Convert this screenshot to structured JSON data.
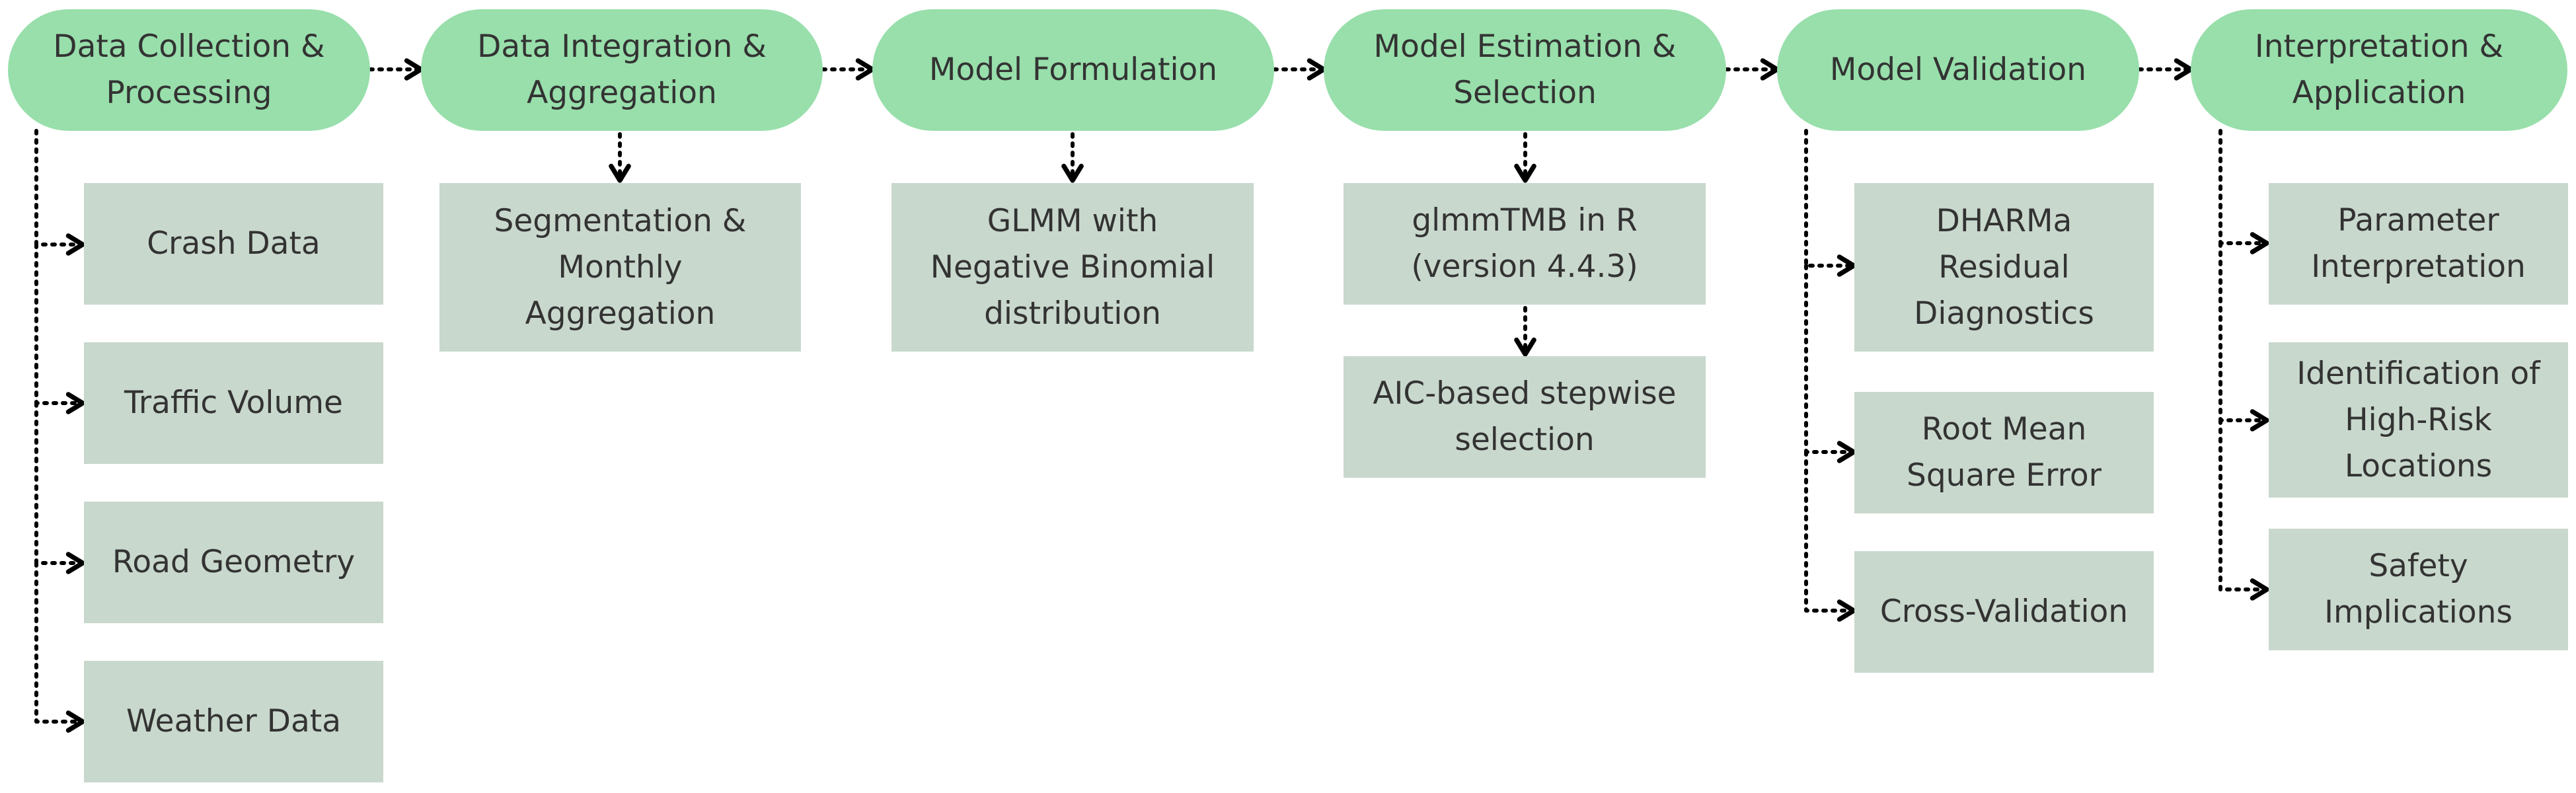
{
  "colors": {
    "stage_fill": "#98dfab",
    "detail_fill": "#c9d8cd",
    "text": "#333333",
    "connector": "#000000"
  },
  "stages": [
    {
      "id": "s1",
      "label": "Data Collection &\nProcessing"
    },
    {
      "id": "s2",
      "label": "Data Integration &\nAggregation"
    },
    {
      "id": "s3",
      "label": "Model Formulation"
    },
    {
      "id": "s4",
      "label": "Model Estimation &\nSelection"
    },
    {
      "id": "s5",
      "label": "Model Validation"
    },
    {
      "id": "s6",
      "label": "Interpretation &\nApplication"
    }
  ],
  "details": [
    {
      "id": "d1",
      "label": "Crash Data"
    },
    {
      "id": "d2",
      "label": "Traffic Volume"
    },
    {
      "id": "d3",
      "label": "Road Geometry"
    },
    {
      "id": "d4",
      "label": "Weather Data"
    },
    {
      "id": "d5",
      "label": "Segmentation &\nMonthly\nAggregation"
    },
    {
      "id": "d6",
      "label": "GLMM with\nNegative Binomial\ndistribution"
    },
    {
      "id": "d7",
      "label": "glmmTMB in R\n(version 4.4.3)"
    },
    {
      "id": "d8",
      "label": "AIC-based stepwise\nselection"
    },
    {
      "id": "d9",
      "label": "DHARMa\nResidual\nDiagnostics"
    },
    {
      "id": "d10",
      "label": "Root Mean\nSquare Error"
    },
    {
      "id": "d11",
      "label": "Cross-Validation"
    },
    {
      "id": "d12",
      "label": "Parameter\nInterpretation"
    },
    {
      "id": "d13",
      "label": "Identification of\nHigh-Risk\nLocations"
    },
    {
      "id": "d14",
      "label": "Safety\nImplications"
    }
  ]
}
